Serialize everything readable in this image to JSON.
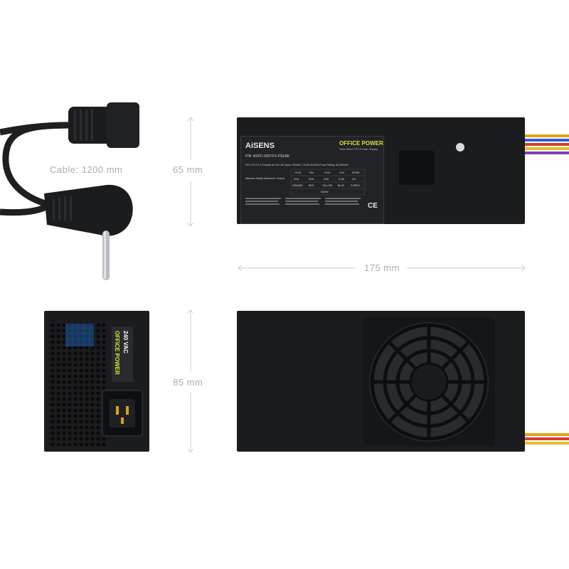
{
  "dimensions": {
    "cable": "Cable: 1200 mm",
    "height": "65 mm",
    "length": "175 mm",
    "width": "85 mm"
  },
  "label": {
    "brand": "AiSENS",
    "product": "OFFICE POWER",
    "subtitle": "Ultra Silent TFX Power Supply",
    "part_number": "P/N: ASPC-500TFX-PSEBK",
    "input_line": "ATX 12V V1.3   Entrada de CA / AC input: 220VAC  2.5-5A 50-60Hz  Fuse Rating: 6A 250VAC",
    "output_title": "Máxima Salida Maximum Output",
    "rails": [
      "+3.3V",
      "+5V",
      "+12V",
      "-12V",
      "5VSB"
    ],
    "currents": [
      "20A",
      "30A",
      "20A",
      "0.5A",
      "2A"
    ],
    "colors": [
      "ORANGE",
      "RED",
      "YELLOW",
      "BLUE",
      "PURPLE"
    ],
    "total": "500W",
    "ce_mark": "CE"
  },
  "side_sticker": {
    "line1": "OFFICE POWER",
    "line2": "240 VAC"
  },
  "palette": {
    "psu_body": "#1b1c1e",
    "cable": "#1e1f21",
    "label_accent": "#d8e23a",
    "dimension_text": "#a9adb1"
  }
}
